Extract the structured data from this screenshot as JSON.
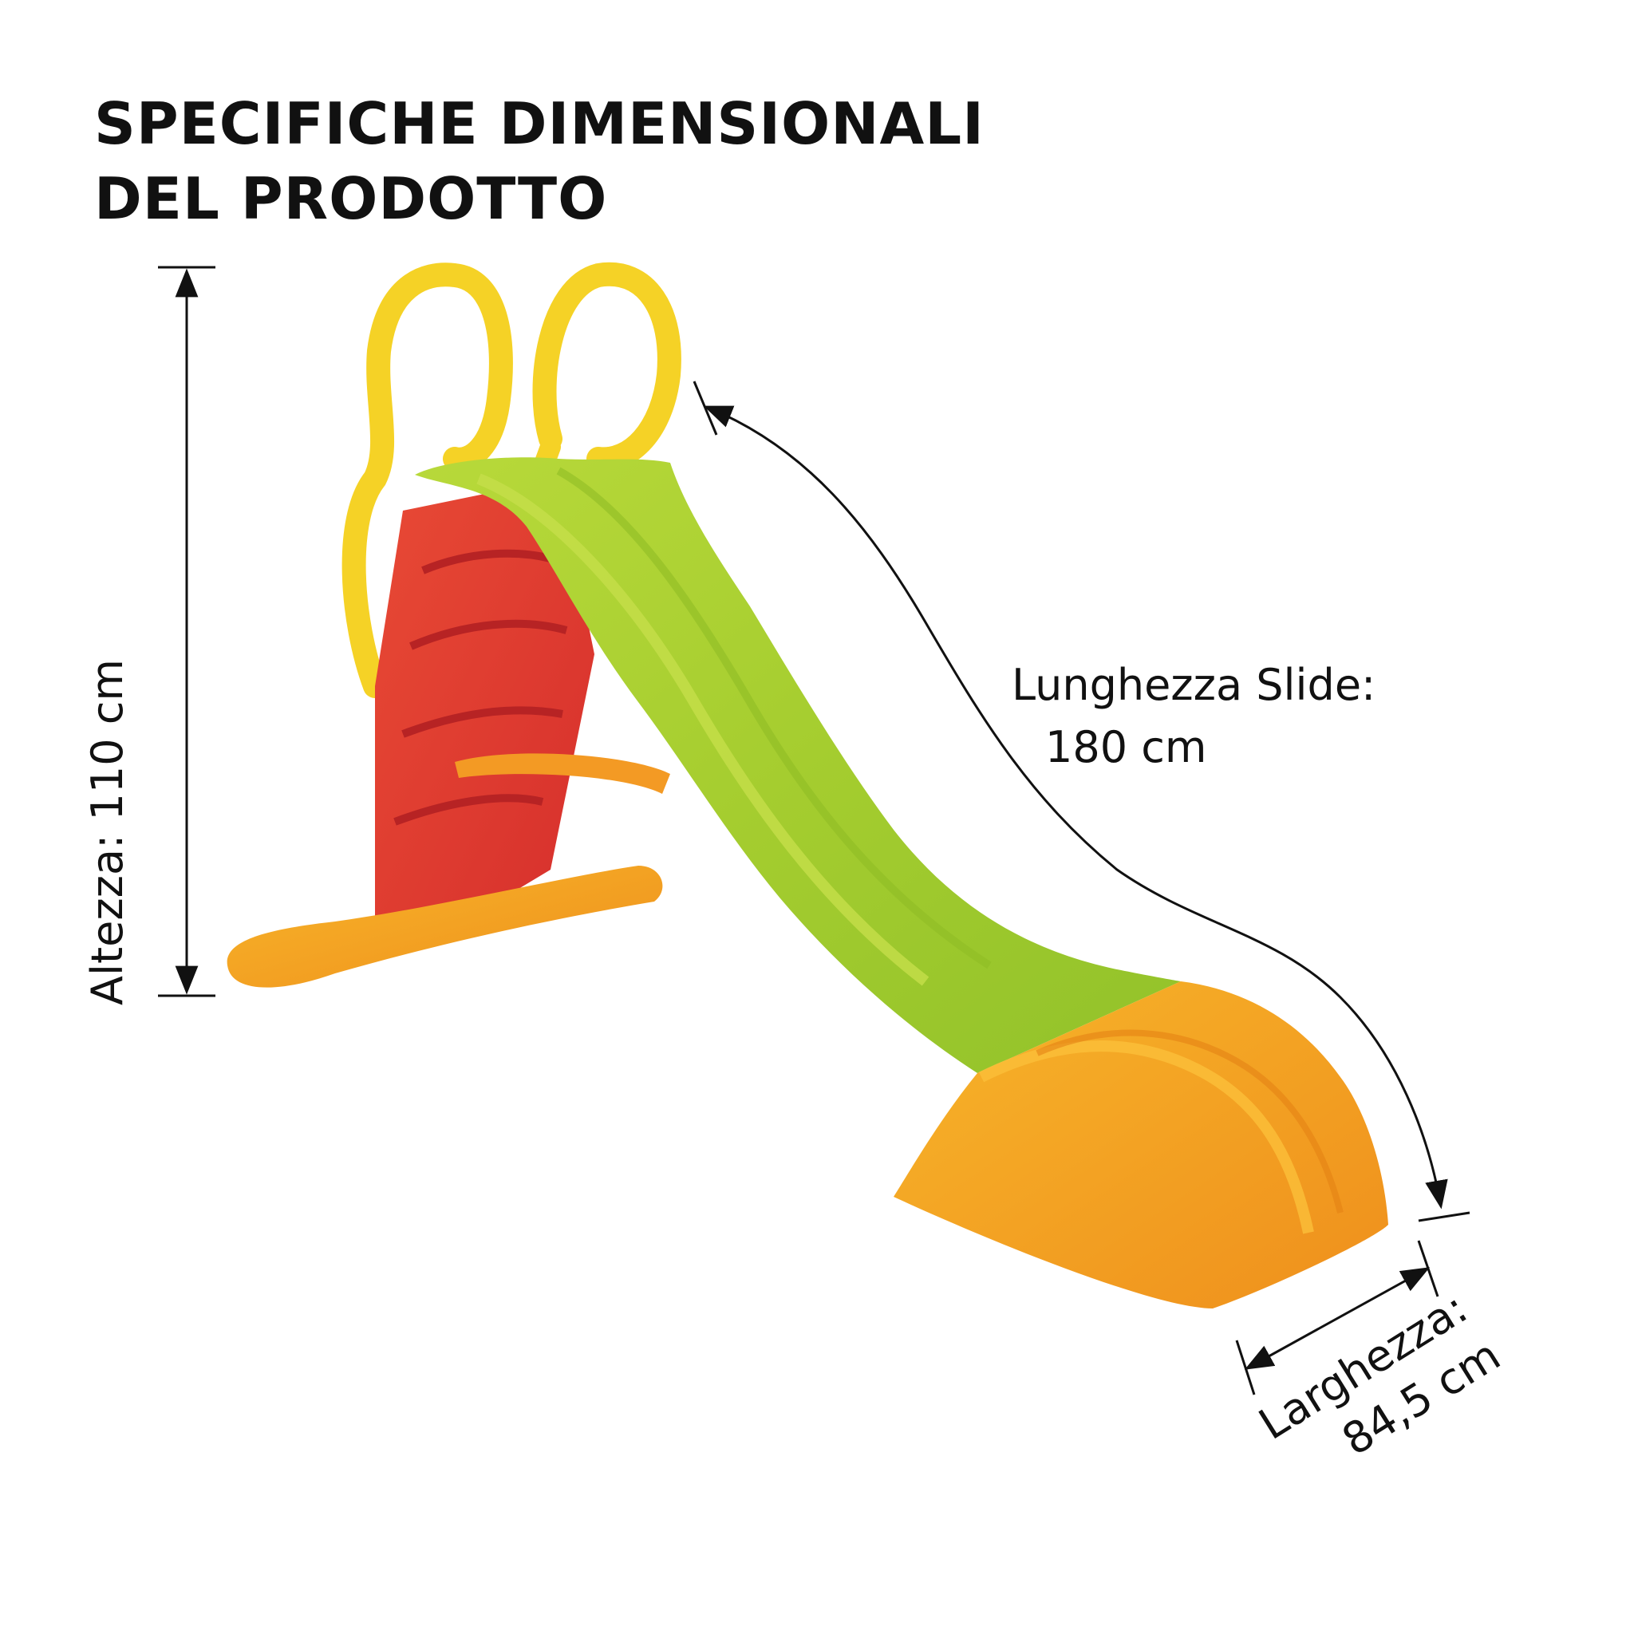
{
  "title": {
    "line1": "SPECIFICHE DIMENSIONALI",
    "line2": "DEL PRODOTTO"
  },
  "dimensions": {
    "height": "Altezza: 110 cm",
    "length_line1": "Lunghezza Slide:",
    "length_line2": "180 cm",
    "width_line1": "Larghezza:",
    "width_line2": "84,5 cm"
  },
  "colors": {
    "slide_green": "#a6cf35",
    "ladder_red": "#e0392f",
    "handle_yellow": "#f5d226",
    "base_orange": "#f29a1e"
  }
}
